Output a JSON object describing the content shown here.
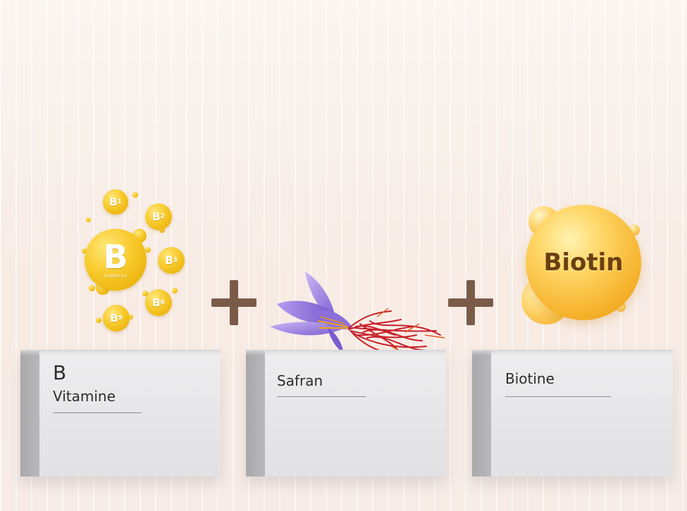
{
  "vitamin_b": {
    "center_letter": "B",
    "center_caption": "COMPLEX",
    "satellites": [
      {
        "letter": "B",
        "sub": "1"
      },
      {
        "letter": "B",
        "sub": "2"
      },
      {
        "letter": "B",
        "sub": "3"
      },
      {
        "letter": "B",
        "sub": "6"
      },
      {
        "letter": "B",
        "sub": "9"
      }
    ]
  },
  "biotin_ball_label": "Biotin",
  "boxes": [
    {
      "line1": "B",
      "line2": "Vitamine"
    },
    {
      "line1": "Safran"
    },
    {
      "line1": "Biotine"
    }
  ],
  "colors": {
    "plus": "#7a5b48",
    "vitamin_yellow": "#f7c92a",
    "biotin_orange": "#f6b22c",
    "saffron_petal": "#9b7fe0",
    "saffron_thread": "#c8202a"
  }
}
